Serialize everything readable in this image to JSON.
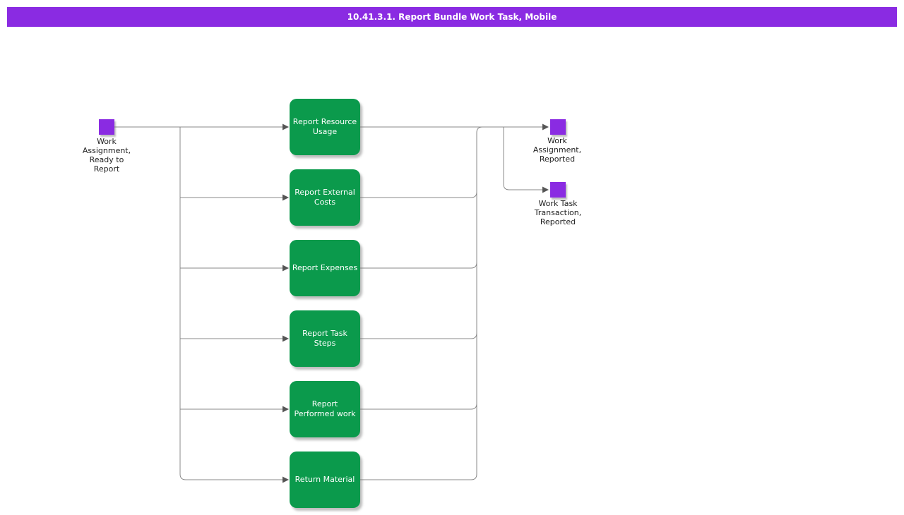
{
  "title": "10.41.3.1. Report Bundle Work Task, Mobile",
  "colors": {
    "title_bar": "#8A2BE2",
    "state_square": "#8A2BE2",
    "activity_box": "#0B9A4C",
    "activity_text": "#FFFFFF",
    "connector_line": "#888888",
    "arrowhead": "#555555",
    "label_text": "#222222",
    "background": "#FFFFFF"
  },
  "states": {
    "start": {
      "label": "Work\nAssignment,\nReady to\nReport"
    },
    "end_assignment": {
      "label": "Work\nAssignment,\nReported"
    },
    "end_transaction": {
      "label": "Work Task\nTransaction,\nReported"
    }
  },
  "activities": [
    {
      "label": "Report Resource\nUsage"
    },
    {
      "label": "Report External\nCosts"
    },
    {
      "label": "Report Expenses"
    },
    {
      "label": "Report Task\nSteps"
    },
    {
      "label": "Report\nPerformed work"
    },
    {
      "label": "Return Material"
    }
  ]
}
